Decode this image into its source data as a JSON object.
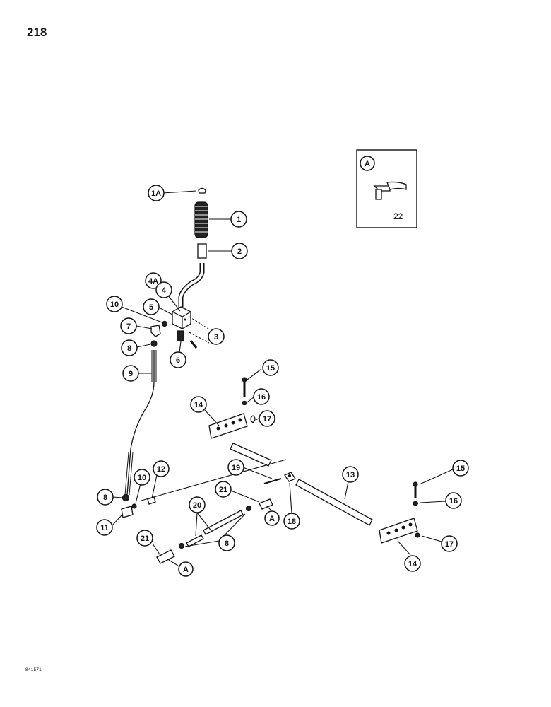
{
  "page_number": "218",
  "footer_code": "841571",
  "inset": {
    "view_label": "A",
    "part_number": "22"
  },
  "callouts": {
    "c1A": "1A",
    "c1": "1",
    "c2": "2",
    "c3": "3",
    "c4A": "4A",
    "c4": "4",
    "c5": "5",
    "c6": "6",
    "c7": "7",
    "c8a": "8",
    "c8b": "8",
    "c8c": "8",
    "c9": "9",
    "c10a": "10",
    "c10b": "10",
    "c11": "11",
    "c12": "12",
    "c13": "13",
    "c14a": "14",
    "c14b": "14",
    "c15a": "15",
    "c15b": "15",
    "c16a": "16",
    "c16b": "16",
    "c17a": "17",
    "c17b": "17",
    "c18": "18",
    "c19": "19",
    "c20": "20",
    "c21a": "21",
    "c21b": "21",
    "cAa": "A",
    "cAb": "A"
  }
}
